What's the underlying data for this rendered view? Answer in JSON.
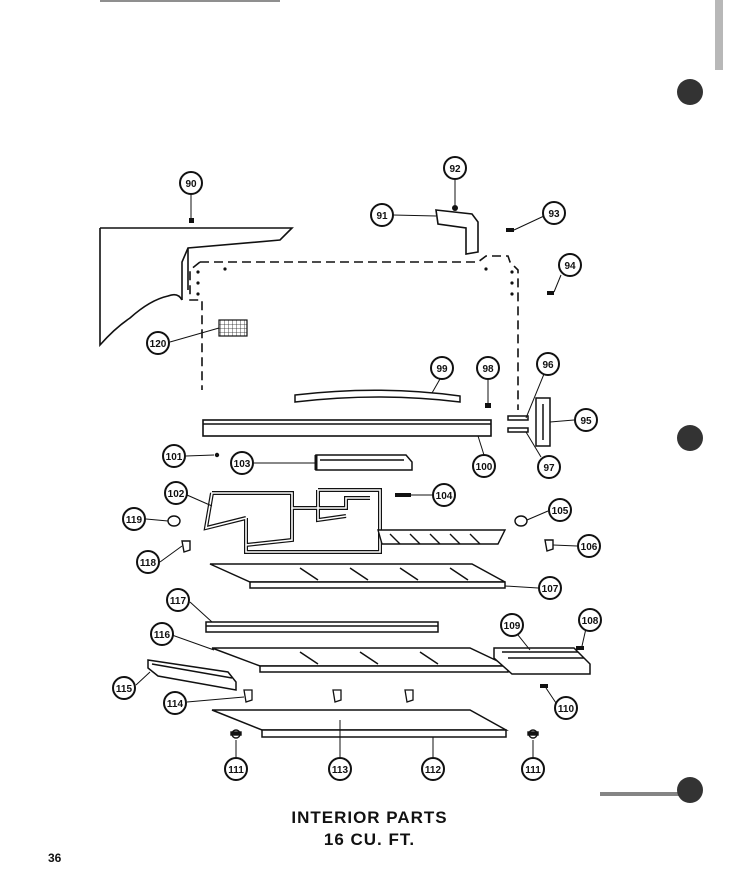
{
  "title": {
    "line1": "INTERIOR  PARTS",
    "line2": "16 CU. FT."
  },
  "page_number": "36",
  "callouts": [
    {
      "id": "c90",
      "label": "90"
    },
    {
      "id": "c91",
      "label": "91"
    },
    {
      "id": "c92",
      "label": "92"
    },
    {
      "id": "c93",
      "label": "93"
    },
    {
      "id": "c94",
      "label": "94"
    },
    {
      "id": "c95",
      "label": "95"
    },
    {
      "id": "c96",
      "label": "96"
    },
    {
      "id": "c97",
      "label": "97"
    },
    {
      "id": "c98",
      "label": "98"
    },
    {
      "id": "c99",
      "label": "99"
    },
    {
      "id": "c100",
      "label": "100"
    },
    {
      "id": "c101",
      "label": "101"
    },
    {
      "id": "c102",
      "label": "102"
    },
    {
      "id": "c103",
      "label": "103"
    },
    {
      "id": "c104",
      "label": "104"
    },
    {
      "id": "c105",
      "label": "105"
    },
    {
      "id": "c106",
      "label": "106"
    },
    {
      "id": "c107",
      "label": "107"
    },
    {
      "id": "c108",
      "label": "108"
    },
    {
      "id": "c109",
      "label": "109"
    },
    {
      "id": "c110",
      "label": "110"
    },
    {
      "id": "c111a",
      "label": "111"
    },
    {
      "id": "c111b",
      "label": "111"
    },
    {
      "id": "c112",
      "label": "112"
    },
    {
      "id": "c113",
      "label": "113"
    },
    {
      "id": "c114",
      "label": "114"
    },
    {
      "id": "c115",
      "label": "115"
    },
    {
      "id": "c116",
      "label": "116"
    },
    {
      "id": "c117",
      "label": "117"
    },
    {
      "id": "c118",
      "label": "118"
    },
    {
      "id": "c119",
      "label": "119"
    },
    {
      "id": "c120",
      "label": "120"
    }
  ]
}
